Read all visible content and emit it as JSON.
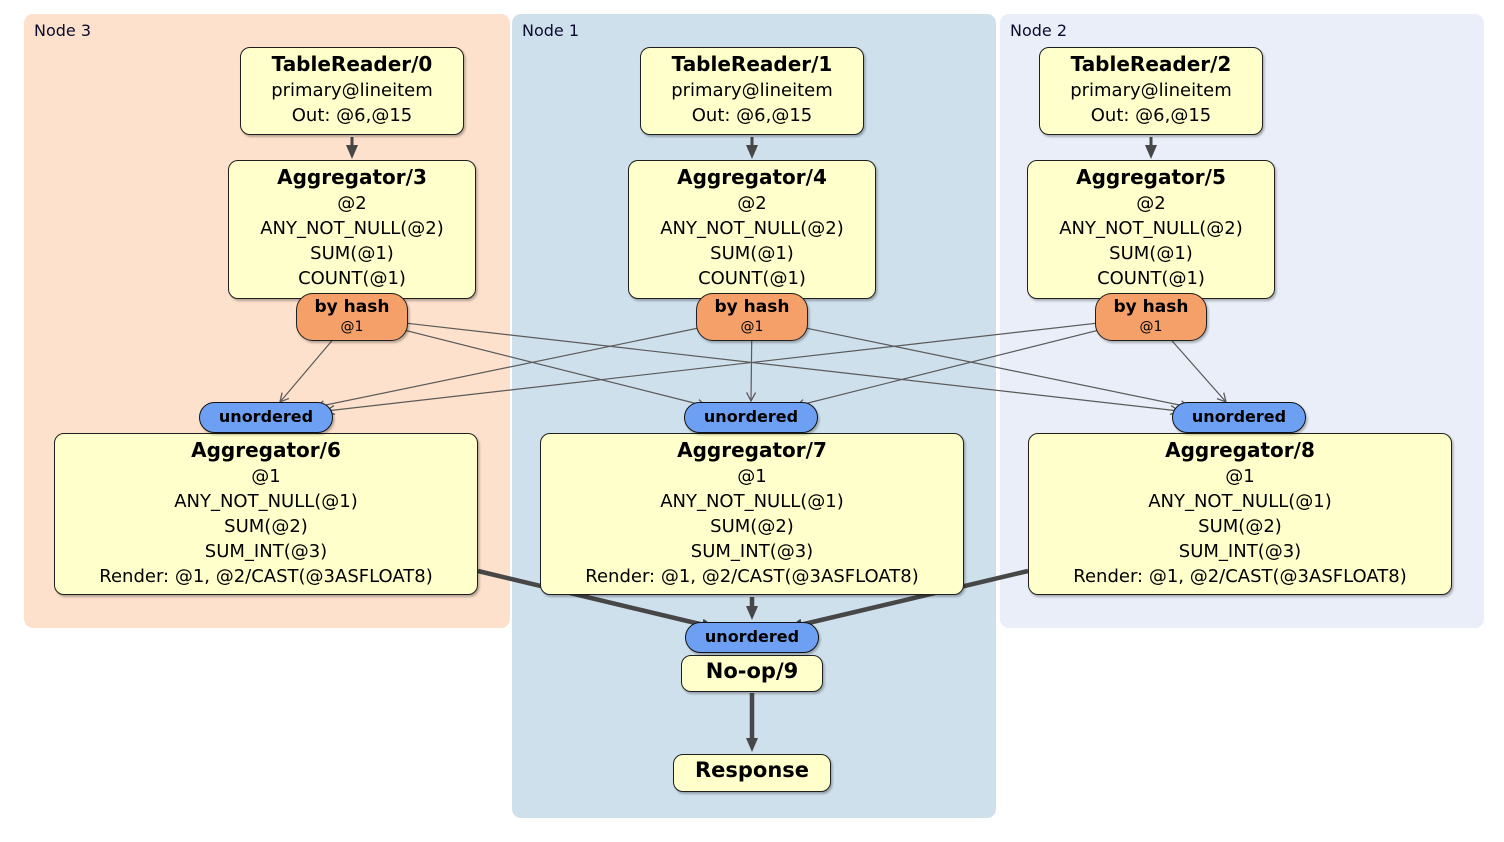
{
  "nodes": [
    {
      "label": "Node 3",
      "table_reader": {
        "title": "TableReader/0",
        "lines": [
          "primary@lineitem",
          "Out: @6,@15"
        ]
      },
      "aggregator_top": {
        "title": "Aggregator/3",
        "lines": [
          "@2",
          "ANY_NOT_NULL(@2)",
          "SUM(@1)",
          "COUNT(@1)"
        ]
      },
      "router": {
        "label": "by hash",
        "detail": "@1"
      },
      "stream": {
        "label": "unordered"
      },
      "aggregator_bottom": {
        "title": "Aggregator/6",
        "lines": [
          "@1",
          "ANY_NOT_NULL(@1)",
          "SUM(@2)",
          "SUM_INT(@3)",
          "Render: @1, @2/CAST(@3ASFLOAT8)"
        ]
      }
    },
    {
      "label": "Node 1",
      "table_reader": {
        "title": "TableReader/1",
        "lines": [
          "primary@lineitem",
          "Out: @6,@15"
        ]
      },
      "aggregator_top": {
        "title": "Aggregator/4",
        "lines": [
          "@2",
          "ANY_NOT_NULL(@2)",
          "SUM(@1)",
          "COUNT(@1)"
        ]
      },
      "router": {
        "label": "by hash",
        "detail": "@1"
      },
      "stream": {
        "label": "unordered"
      },
      "aggregator_bottom": {
        "title": "Aggregator/7",
        "lines": [
          "@1",
          "ANY_NOT_NULL(@1)",
          "SUM(@2)",
          "SUM_INT(@3)",
          "Render: @1, @2/CAST(@3ASFLOAT8)"
        ]
      }
    },
    {
      "label": "Node 2",
      "table_reader": {
        "title": "TableReader/2",
        "lines": [
          "primary@lineitem",
          "Out: @6,@15"
        ]
      },
      "aggregator_top": {
        "title": "Aggregator/5",
        "lines": [
          "@2",
          "ANY_NOT_NULL(@2)",
          "SUM(@1)",
          "COUNT(@1)"
        ]
      },
      "router": {
        "label": "by hash",
        "detail": "@1"
      },
      "stream": {
        "label": "unordered"
      },
      "aggregator_bottom": {
        "title": "Aggregator/8",
        "lines": [
          "@1",
          "ANY_NOT_NULL(@1)",
          "SUM(@2)",
          "SUM_INT(@3)",
          "Render: @1, @2/CAST(@3ASFLOAT8)"
        ]
      }
    }
  ],
  "final_stage": {
    "stream": {
      "label": "unordered"
    },
    "noop": {
      "title": "No-op/9"
    },
    "response": {
      "title": "Response"
    }
  },
  "edges": [
    [
      "TableReader/0",
      "Aggregator/3"
    ],
    [
      "TableReader/1",
      "Aggregator/4"
    ],
    [
      "TableReader/2",
      "Aggregator/5"
    ],
    [
      "Aggregator/3",
      "Aggregator/6"
    ],
    [
      "Aggregator/3",
      "Aggregator/7"
    ],
    [
      "Aggregator/3",
      "Aggregator/8"
    ],
    [
      "Aggregator/4",
      "Aggregator/6"
    ],
    [
      "Aggregator/4",
      "Aggregator/7"
    ],
    [
      "Aggregator/4",
      "Aggregator/8"
    ],
    [
      "Aggregator/5",
      "Aggregator/6"
    ],
    [
      "Aggregator/5",
      "Aggregator/7"
    ],
    [
      "Aggregator/5",
      "Aggregator/8"
    ],
    [
      "Aggregator/6",
      "No-op/9"
    ],
    [
      "Aggregator/7",
      "No-op/9"
    ],
    [
      "Aggregator/8",
      "No-op/9"
    ],
    [
      "No-op/9",
      "Response"
    ]
  ],
  "colors": {
    "node3_bg": "#fde1cc",
    "node1_bg": "#cfe0ed",
    "node2_bg": "#e9eef8",
    "operator_bg": "#ffffcc",
    "router_bg": "#f5a069",
    "stream_bg": "#6da0f2",
    "edge": "#474747"
  }
}
